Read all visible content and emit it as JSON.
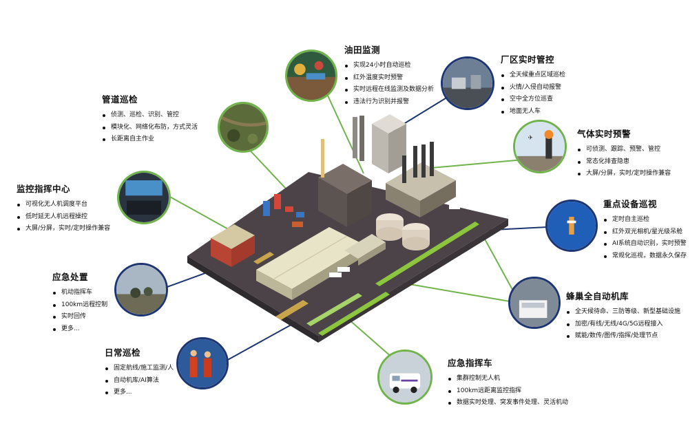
{
  "nodes": {
    "oilfield": {
      "title": "油田监测",
      "items": [
        "实现24小时自动巡检",
        "红外温度实时预警",
        "实时远程在线监测及数据分析",
        "违法行为识别并报警"
      ]
    },
    "plant": {
      "title": "厂区实时管控",
      "items": [
        "全天候重点区域巡检",
        "火情/入侵自动报警",
        "空中全方位巡查",
        "地面无人车"
      ]
    },
    "pipeline": {
      "title": "管道巡检",
      "items": [
        "侦测、巡检、识别、管控",
        "模块化、网络化布防，方式灵活",
        "长距离自主作业"
      ]
    },
    "gas": {
      "title": "气体实时预警",
      "items": [
        "可侦测、跟踪、预警、管控",
        "常态化排查隐患",
        "大屏/分屏，实时/定时操作兼容"
      ]
    },
    "command": {
      "title": "监控指挥中心",
      "items": [
        "可视化无人机调度平台",
        "低时延无人机远程操控",
        "大屏/分屏，实时/定时操作兼容"
      ]
    },
    "equipment": {
      "title": "重点设备巡视",
      "items": [
        "定时自主巡检",
        "红外双光相机/星光级吊舱",
        "AI系统自动识别，实时预警",
        "常规化巡视，数据永久保存"
      ]
    },
    "emergency": {
      "title": "应急处置",
      "items": [
        "机动指挥车",
        "100km远程控制",
        "实时回传",
        "更多..."
      ]
    },
    "hive": {
      "title": "蜂巢全自动机库",
      "items": [
        "全天候待命、三防等级、新型基础设施",
        "加密/有线/无线/4G/5G远程接入",
        "赋能/数传/图传/指挥/处理节点"
      ]
    },
    "daily": {
      "title": "日常巡检",
      "items": [
        "固定航线/施工监测/人",
        "自动机库/AI算法",
        "更多..."
      ]
    },
    "vehicle": {
      "title": "应急指挥车",
      "items": [
        "集群控制无人机",
        "100km远距离监控指挥",
        "数据实时处理、突发事件处理、灵活机动"
      ]
    }
  },
  "colors": {
    "green_line": "#6fb34a",
    "navy_line": "#1d3573",
    "ground": "#4b4348",
    "grass": "#8cc63f",
    "roof": "#e8e4c8"
  },
  "icons": [
    "drone-icon",
    "hangar-icon",
    "vehicle-icon",
    "radar-icon"
  ]
}
